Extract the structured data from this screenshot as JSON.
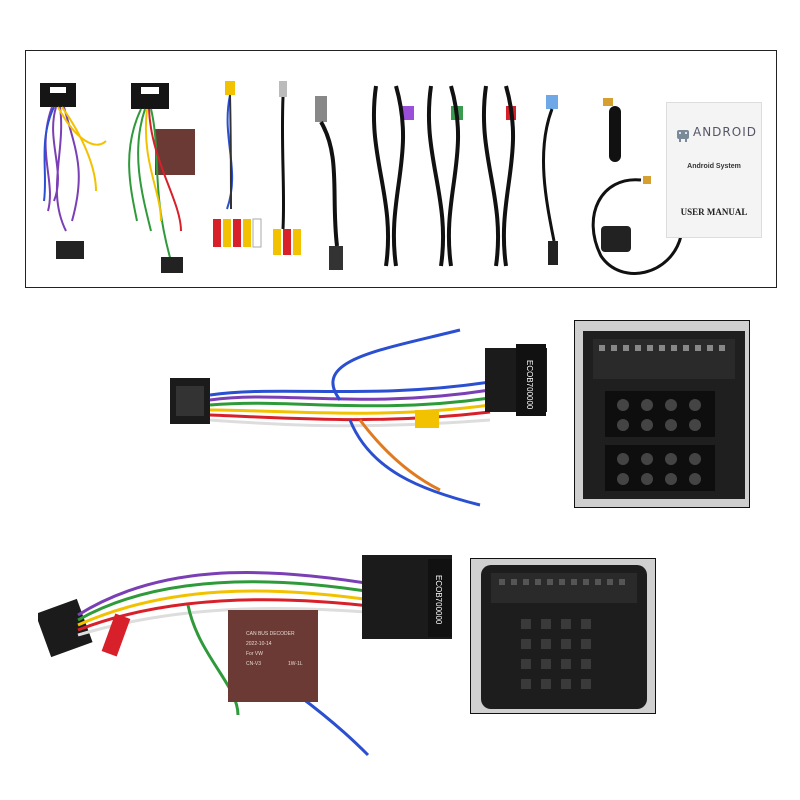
{
  "manual": {
    "logo": "ANDROID",
    "subtitle": "Android System",
    "title": "USER MANUAL"
  },
  "labels": {
    "connector_code_1": "ECOB700000",
    "connector_code_2": "ECOB700000",
    "canbus_line1": "CAN BUS DECODER",
    "canbus_line2": "2022-10-14",
    "canbus_line3": "For VW",
    "canbus_line4": "CN-V3",
    "canbus_line5": "1W-1L"
  },
  "colors": {
    "border": "#222222",
    "wire_red": "#d8202a",
    "wire_yellow": "#f2c200",
    "wire_blue": "#2a4fd0",
    "wire_purple": "#7b3fb5",
    "wire_green": "#2f9a3a",
    "connector_black": "#1b1b1b",
    "decoder_brown": "#6b3a34"
  }
}
